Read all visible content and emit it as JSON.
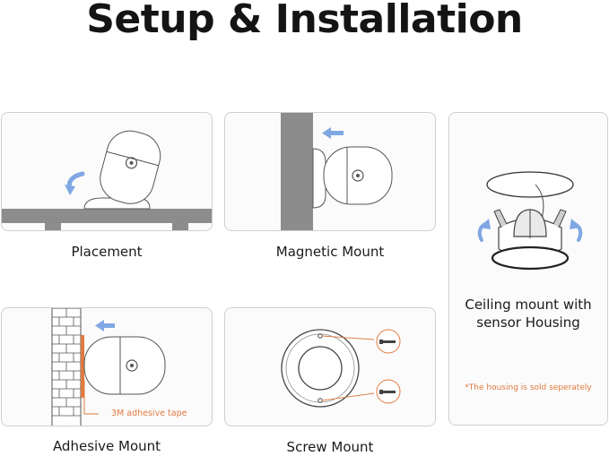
{
  "header": {
    "title": "Setup & Installation"
  },
  "panels": {
    "placement": {
      "caption": "Placement"
    },
    "magnetic": {
      "caption": "Magnetic Mount"
    },
    "ceiling": {
      "caption_line1": "Ceiling mount with",
      "caption_line2": "sensor Housing",
      "note": "*The housing is sold seperately"
    },
    "adhesive": {
      "caption": "Adhesive Mount",
      "tape_label": "3M adhesive tape"
    },
    "screw": {
      "caption": "Screw Mount"
    }
  },
  "colors": {
    "accent_arrow": "#7fa7e3",
    "note_orange": "#e07a3f",
    "wall_gray": "#8c8c8c"
  }
}
